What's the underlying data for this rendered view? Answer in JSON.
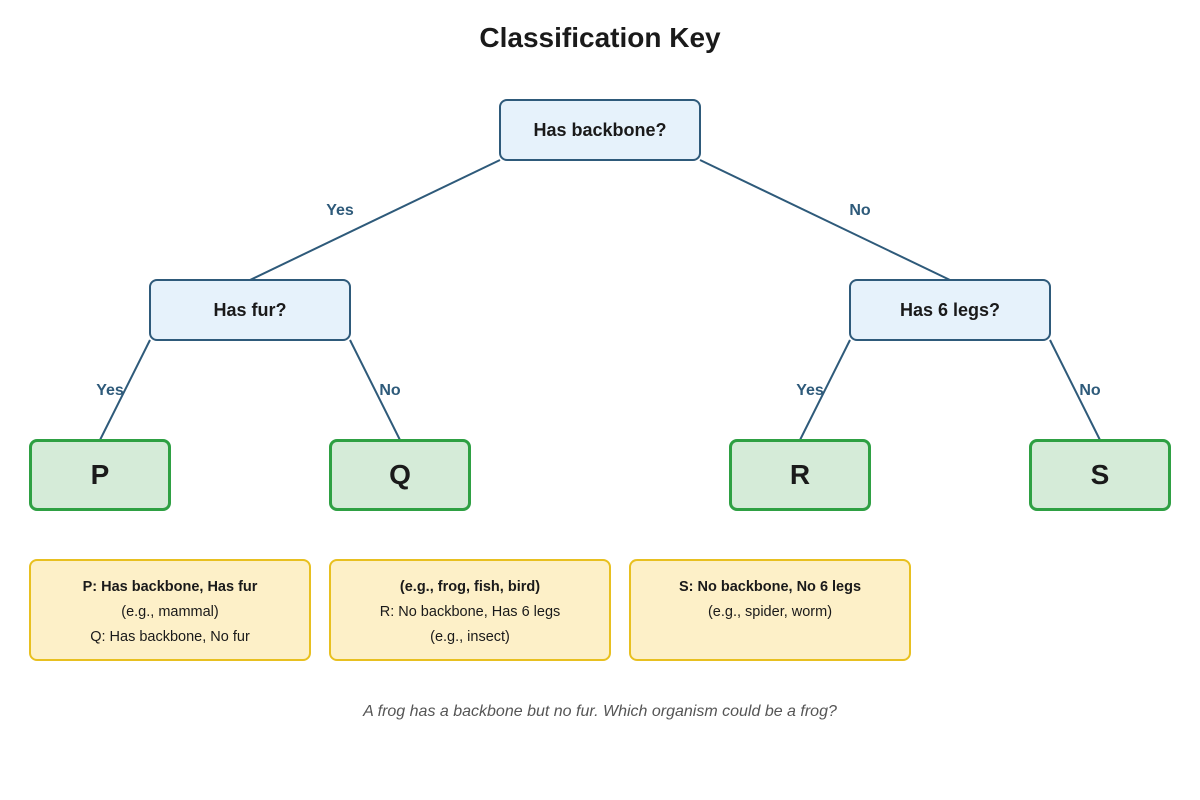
{
  "title": "Classification Key",
  "nodes": {
    "root": "Has backbone?",
    "left": "Has fur?",
    "right": "Has 6 legs?"
  },
  "edge_labels": {
    "root_yes": "Yes",
    "root_no": "No",
    "left_yes": "Yes",
    "left_no": "No",
    "right_yes": "Yes",
    "right_no": "No"
  },
  "leaves": {
    "p": "P",
    "q": "Q",
    "r": "R",
    "s": "S"
  },
  "notes": [
    {
      "lines": [
        "P: Has backbone, Has fur",
        "(e.g., mammal)",
        "Q: Has backbone, No fur"
      ]
    },
    {
      "lines": [
        "(e.g., frog, fish, bird)",
        "R: No backbone, Has 6 legs",
        "(e.g., insect)"
      ]
    },
    {
      "lines": [
        "S: No backbone, No 6 legs",
        "(e.g., spider, worm)"
      ]
    }
  ],
  "question": "A frog has a backbone but no fur. Which organism could be a frog?",
  "colors": {
    "question_node_fill": "#e6f2fb",
    "question_node_border": "#2e5a7a",
    "leaf_fill": "#d5ebd8",
    "leaf_border": "#2ea043",
    "note_fill": "#fdf0c8",
    "note_border": "#e8c020",
    "edge": "#2e5a7a"
  }
}
